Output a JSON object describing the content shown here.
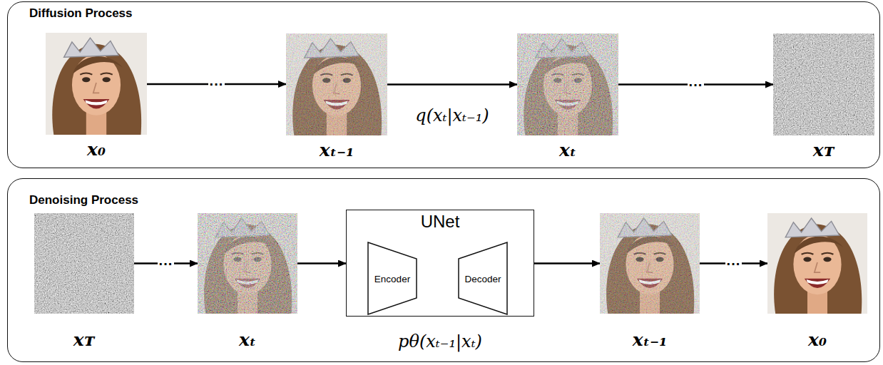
{
  "diagram": {
    "nodes": [
      {
        "text": [
          "Diffusion Process"
        ]
      },
      {
        "text": [
          "x₀"
        ],
        "in": 0
      },
      {
        "text": [
          "xₜ₋₁"
        ],
        "in": 0
      },
      {
        "text": [
          "xₜ"
        ],
        "in": 0
      },
      {
        "text": [
          "xᴛ"
        ],
        "in": 0
      },
      {
        "text": [
          "Denoising Process"
        ]
      },
      {
        "text": [
          "xᴛ"
        ],
        "in": 5
      },
      {
        "text": [
          "xₜ"
        ],
        "in": 5
      },
      {
        "text": [
          "UNet",
          "pθ(xₜ₋₁|xₜ)"
        ],
        "in": 5
      },
      {
        "text": [
          "Encoder"
        ],
        "in": 8
      },
      {
        "text": [
          "Decoder"
        ],
        "in": 8
      },
      {
        "text": [
          "xₜ₋₁"
        ],
        "in": 5
      },
      {
        "text": [
          "x₀"
        ],
        "in": 5
      }
    ],
    "edges": [
      {
        "from": 1,
        "to": 2,
        "arrow": "to",
        "label": "···"
      },
      {
        "from": 2,
        "to": 3,
        "arrow": "to",
        "label": "q(xₜ|xₜ₋₁)"
      },
      {
        "from": 3,
        "to": 4,
        "arrow": "to",
        "label": "···"
      },
      {
        "from": 6,
        "to": 7,
        "arrow": "to",
        "label": "···"
      },
      {
        "from": 7,
        "to": 8,
        "arrow": "to"
      },
      {
        "from": 9,
        "to": 10,
        "arrow": "to"
      },
      {
        "from": 8,
        "to": 11,
        "arrow": "to"
      },
      {
        "from": 11,
        "to": 12,
        "arrow": "to",
        "label": "···"
      }
    ]
  }
}
